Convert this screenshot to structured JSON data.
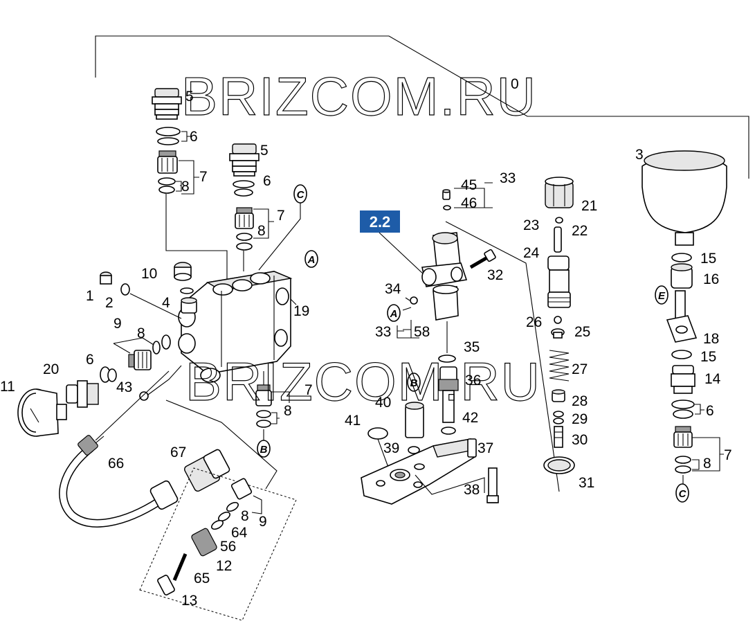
{
  "watermark": "BRIZCOM.RU",
  "section_badge": {
    "text": "2.2",
    "color": "#1e5ca8"
  },
  "part_numbers": {
    "p0": "0",
    "p1": "1",
    "p2": "2",
    "p3": "3",
    "p4": "4",
    "p5a": "5",
    "p5b": "5",
    "p6a": "6",
    "p6b": "6",
    "p6c": "6",
    "p6d": "6",
    "p7a": "7",
    "p7b": "7",
    "p7c": "7",
    "p7d": "7",
    "p8a": "8",
    "p8b": "8",
    "p8c": "8",
    "p8d": "8",
    "p8e": "8",
    "p8f": "8",
    "p9a": "9",
    "p9b": "9",
    "p10": "10",
    "p11": "11",
    "p12": "12",
    "p13": "13",
    "p14": "14",
    "p15a": "15",
    "p15b": "15",
    "p16": "16",
    "p18": "18",
    "p19": "19",
    "p20": "20",
    "p21": "21",
    "p22": "22",
    "p23": "23",
    "p24": "24",
    "p25": "25",
    "p26": "26",
    "p27": "27",
    "p28": "28",
    "p29": "29",
    "p30": "30",
    "p31": "31",
    "p32": "32",
    "p33a": "33",
    "p33b": "33",
    "p34": "34",
    "p35": "35",
    "p36": "36",
    "p37": "37",
    "p38": "38",
    "p39": "39",
    "p40": "40",
    "p41": "41",
    "p42": "42",
    "p43": "43",
    "p45": "45",
    "p46": "46",
    "p56": "56",
    "p58": "58",
    "p64": "64",
    "p65": "65",
    "p66": "66",
    "p67": "67"
  },
  "connectors": {
    "a1": "A",
    "a2": "A",
    "b1": "B",
    "b2": "B",
    "c1": "C",
    "c2": "C",
    "e1": "E"
  }
}
